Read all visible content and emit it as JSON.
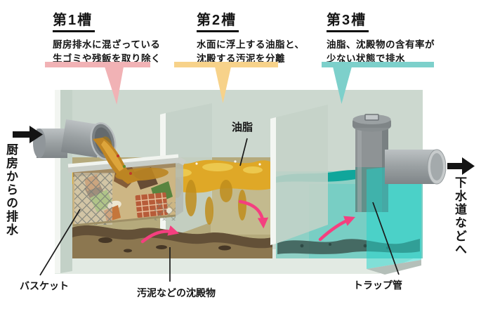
{
  "chambers": [
    {
      "title": "第1槽",
      "line1": "厨房排水に混ざっている",
      "line2": "生ゴミや残飯を取り除く",
      "accent_color": "#f1b2b5"
    },
    {
      "title": "第2槽",
      "line1": "水面に浮上する油脂と、",
      "line2": "沈殿する汚泥を分離",
      "accent_color": "#f7d28a"
    },
    {
      "title": "第3槽",
      "line1": "油脂、沈殿物の含有率が",
      "line2": "少ない状態で排水",
      "accent_color": "#7dd0cb"
    }
  ],
  "inlet_label": "厨房からの排水",
  "outlet_label": "下水道などへ",
  "callouts": {
    "grease": "油脂",
    "basket": "バスケット",
    "sediment": "汚泥などの沈殿物",
    "trap_pipe": "トラップ管"
  },
  "colors": {
    "accent_pink": "#f1b2b5",
    "accent_yellow": "#f7d28a",
    "accent_teal": "#7dd0cb",
    "flow_arrow_pink": "#f43f7f",
    "tank_wall": "#ccd8cf",
    "grease_yellow": "#dfa827",
    "sludge_brown": "#8c7750",
    "water_teal": "#2ed1c9",
    "pipe_gray": "#9aa0a2",
    "text_black": "#151515"
  }
}
